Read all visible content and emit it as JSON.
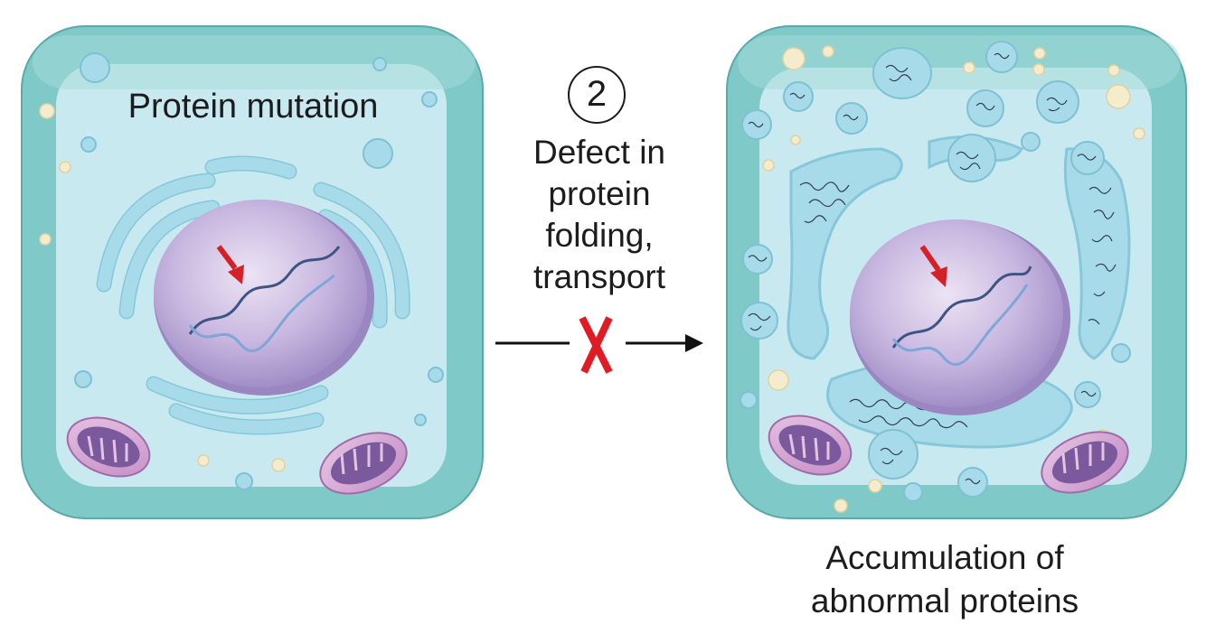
{
  "left_cell": {
    "title": "Protein mutation"
  },
  "step": {
    "number": "2",
    "lines": [
      "Defect in",
      "protein",
      "folding,",
      "transport"
    ]
  },
  "right_cell": {
    "caption_lines": [
      "Accumulation of",
      "abnormal proteins"
    ]
  },
  "colors": {
    "cytoplasm_outer": "#7fcac8",
    "cytoplasm_inner": "#c7e9ef",
    "er": "#a8dbe9",
    "nucleus": "#b7a4d3",
    "mitochondria": "#7a5a9c",
    "mutation_arrow": "#d42027",
    "block_x": "#e11b23"
  },
  "icons": [
    "dna-helix-icon",
    "mutation-arrow-icon",
    "blocked-x-icon",
    "process-arrow-icon"
  ]
}
